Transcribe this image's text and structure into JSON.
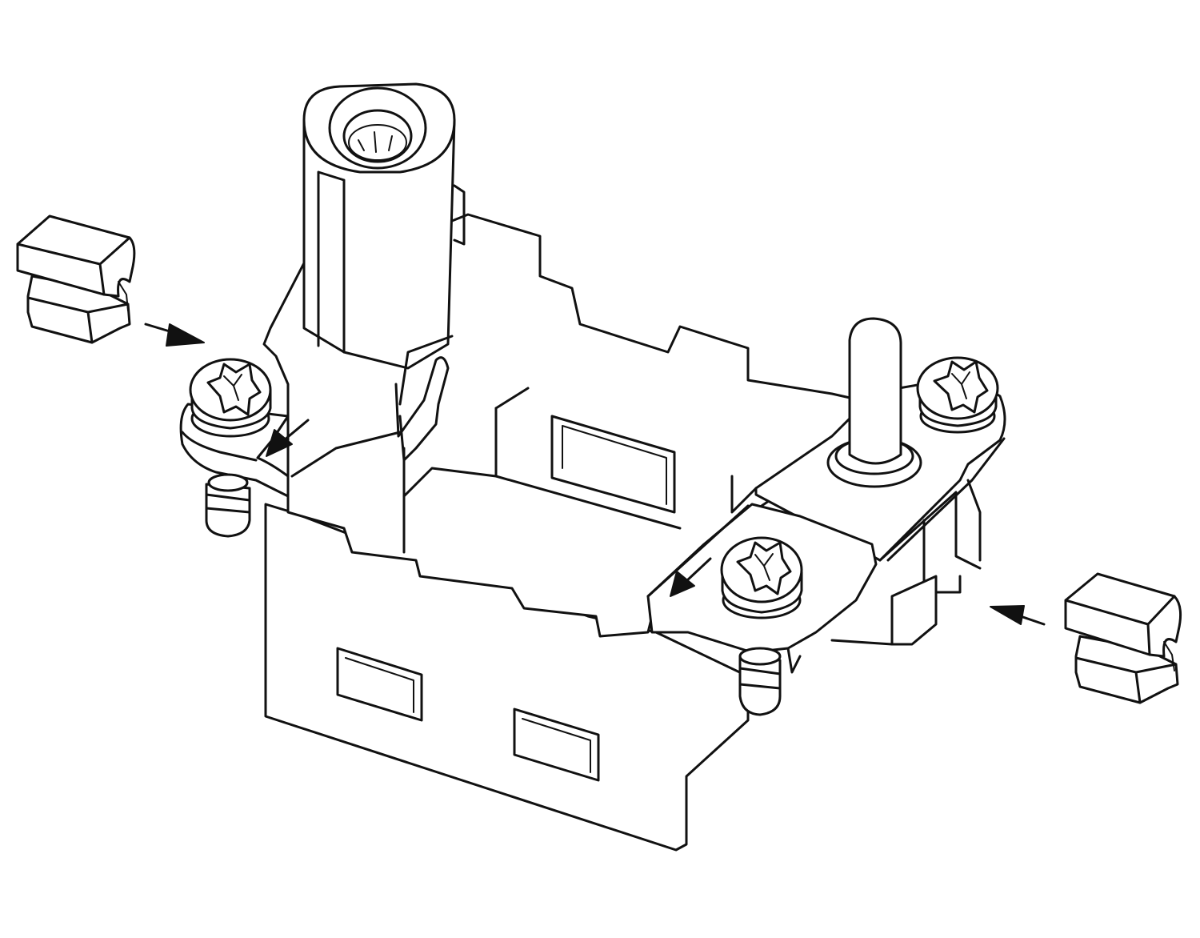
{
  "figure": {
    "type": "assembly-diagram",
    "background_color": "#ffffff",
    "line_color": "#111111",
    "components": [
      "housing",
      "coding-sleeve",
      "guide-pin",
      "fixing-screw-left",
      "fixing-screw-right",
      "fixing-screw-front",
      "locking-clip-left",
      "locking-clip-right"
    ],
    "arrow_count": 4
  }
}
